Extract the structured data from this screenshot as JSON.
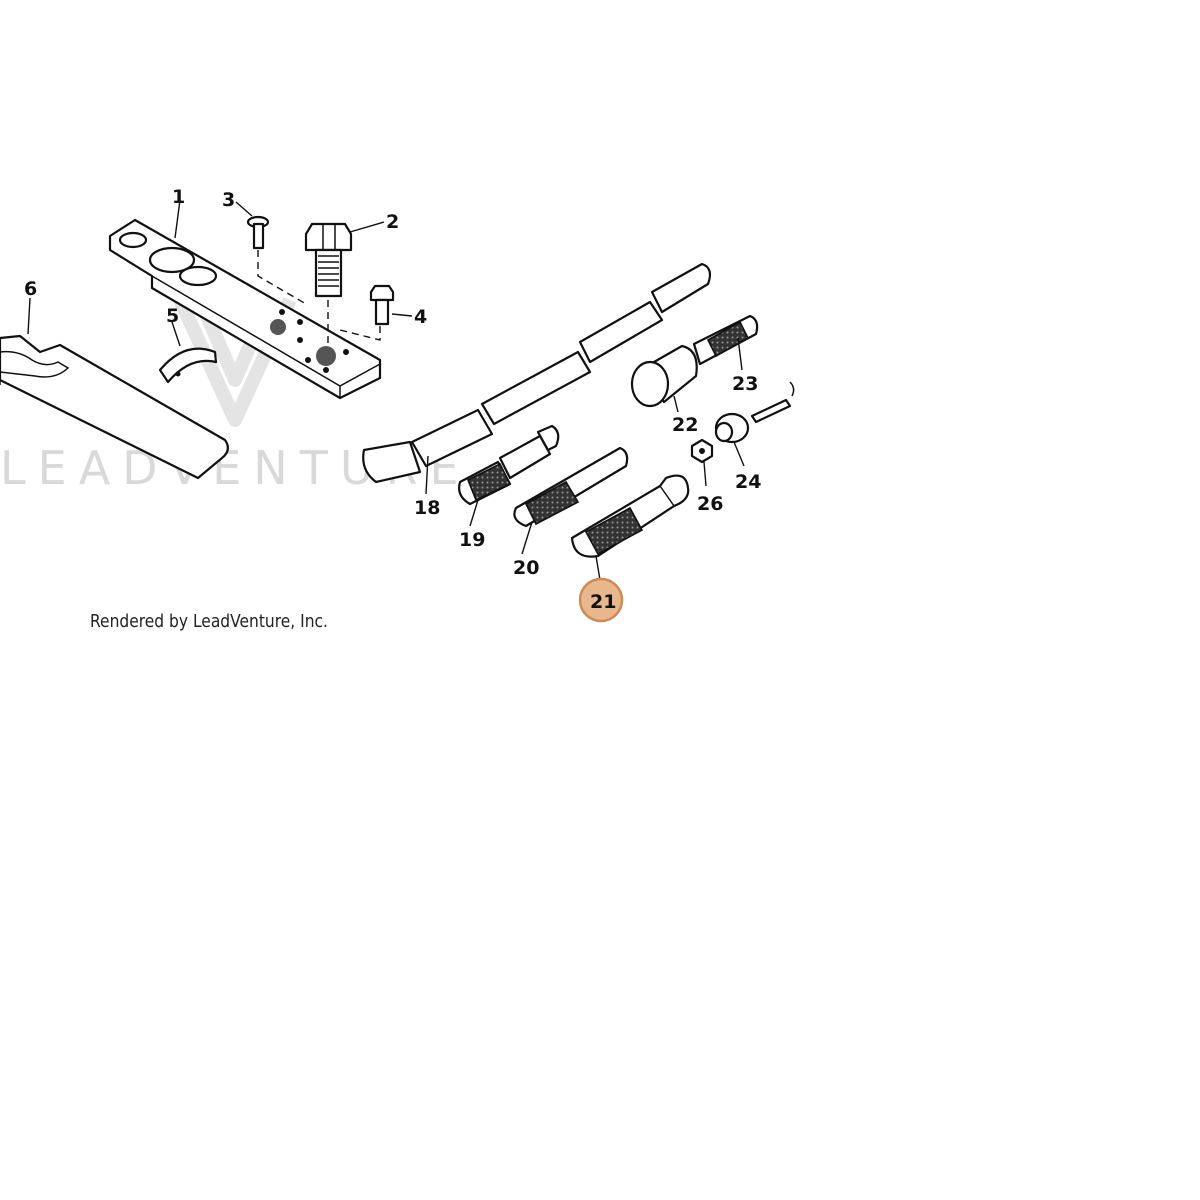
{
  "watermark": {
    "text": "LEADVENTURE"
  },
  "credit": "Rendered by LeadVenture, Inc.",
  "highlight_color": "#e8b78e",
  "callouts": [
    {
      "id": "1",
      "label": "1"
    },
    {
      "id": "2",
      "label": "2"
    },
    {
      "id": "3",
      "label": "3"
    },
    {
      "id": "4",
      "label": "4"
    },
    {
      "id": "5",
      "label": "5"
    },
    {
      "id": "6",
      "label": "6"
    },
    {
      "id": "18",
      "label": "18"
    },
    {
      "id": "19",
      "label": "19"
    },
    {
      "id": "20",
      "label": "20"
    },
    {
      "id": "21",
      "label": "21",
      "highlighted": true
    },
    {
      "id": "22",
      "label": "22"
    },
    {
      "id": "23",
      "label": "23"
    },
    {
      "id": "24",
      "label": "24"
    },
    {
      "id": "26",
      "label": "26"
    }
  ]
}
